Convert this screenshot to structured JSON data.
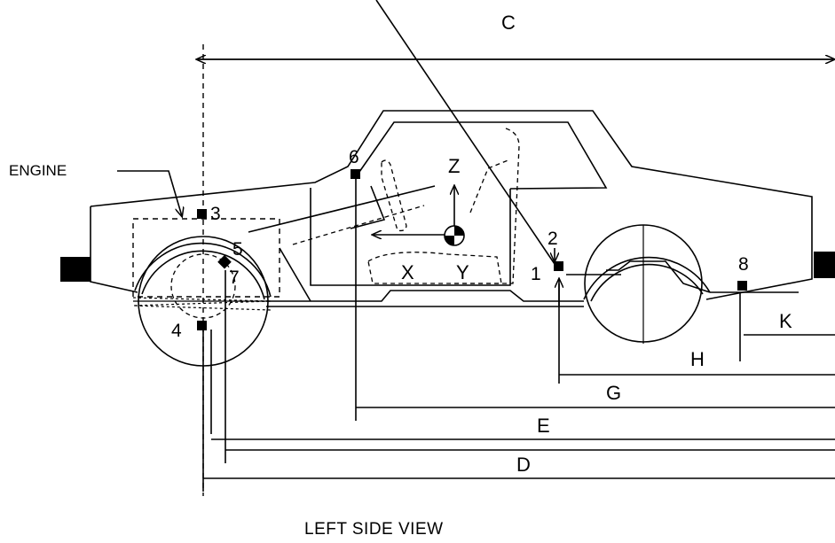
{
  "dimensions": {
    "c": "C",
    "d": "D",
    "e": "E",
    "g": "G",
    "h": "H",
    "k": "K"
  },
  "axes": {
    "x": "X",
    "y": "Y",
    "z": "Z"
  },
  "points": {
    "p1": "1",
    "p2": "2",
    "p3": "3",
    "p4": "4",
    "p5": "5",
    "p6": "6",
    "p7": "7",
    "p8": "8"
  },
  "labels": {
    "engine": "ENGINE",
    "caption": "LEFT SIDE VIEW"
  }
}
